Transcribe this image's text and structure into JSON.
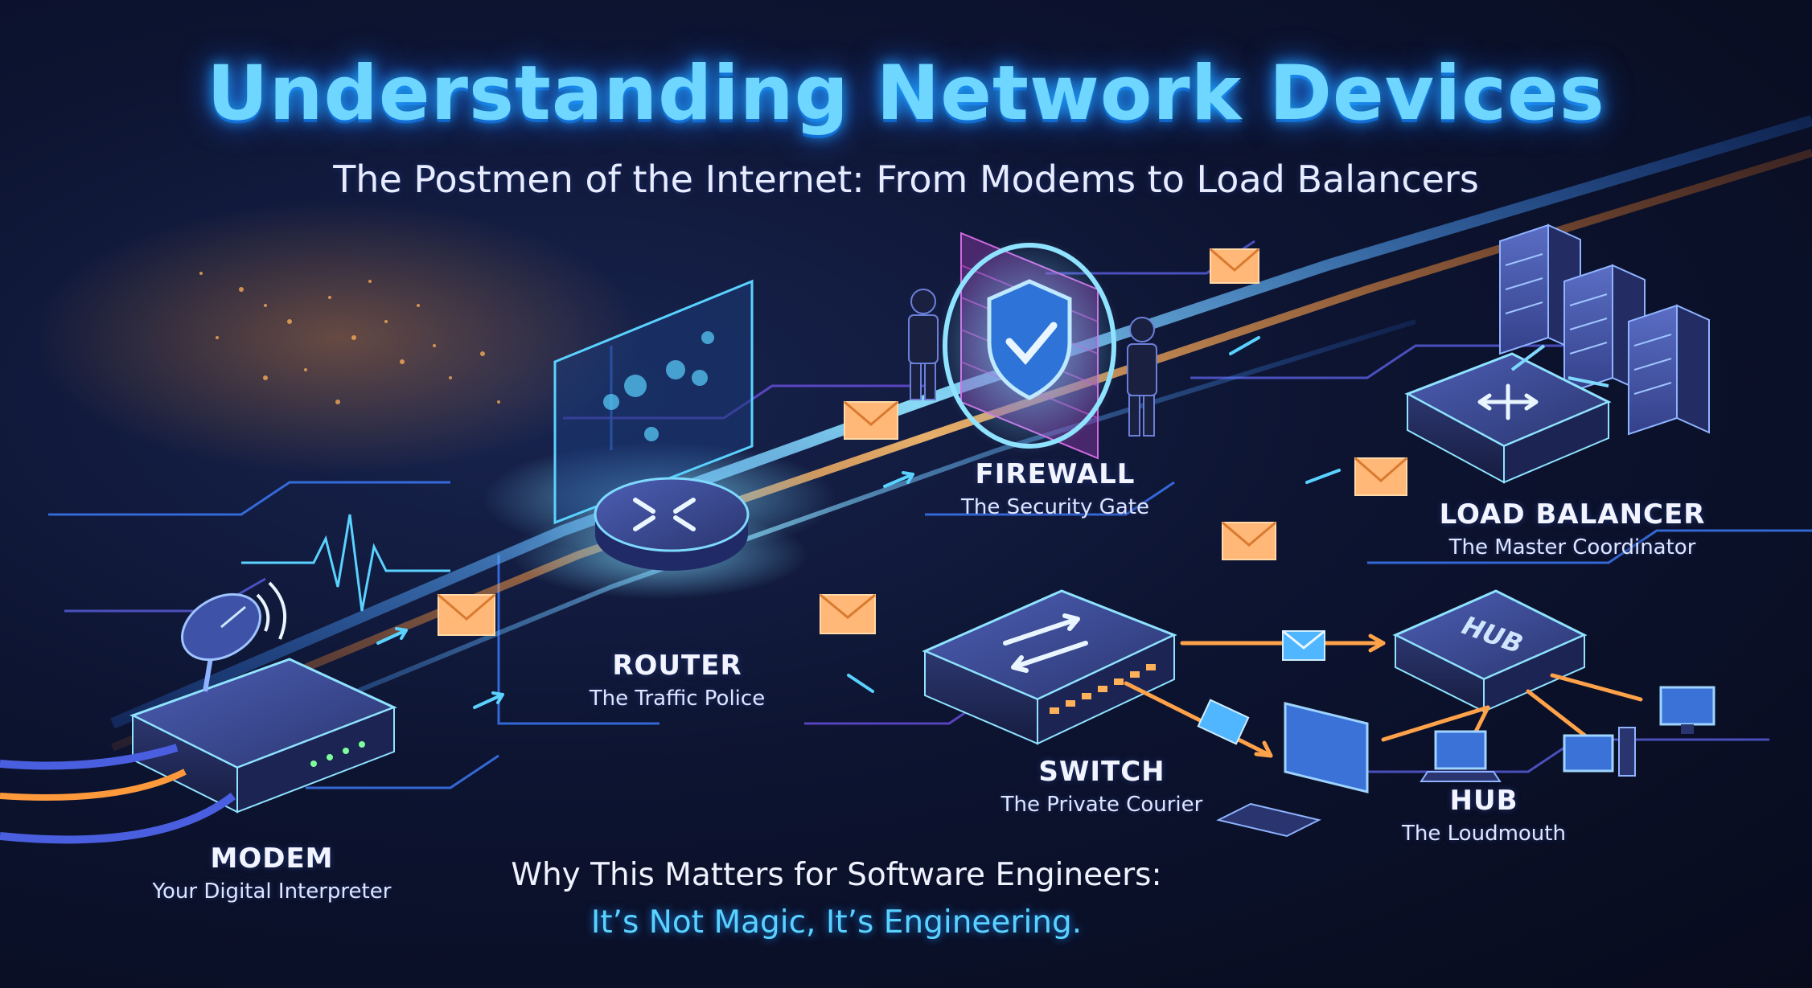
{
  "header": {
    "title": "Understanding Network Devices",
    "subtitle": "The Postmen of the Internet: From Modems to Load Balancers"
  },
  "devices": [
    {
      "id": "modem",
      "name": "MODEM",
      "description": "Your Digital Interpreter"
    },
    {
      "id": "router",
      "name": "ROUTER",
      "description": "The Traffic Police"
    },
    {
      "id": "firewall",
      "name": "FIREWALL",
      "description": "The Security Gate"
    },
    {
      "id": "switch",
      "name": "SWITCH",
      "description": "The Private Courier"
    },
    {
      "id": "hub",
      "name": "HUB",
      "description": "The Loudmouth"
    },
    {
      "id": "load_balancer",
      "name": "LOAD BALANCER",
      "description": "The Master Coordinator"
    }
  ],
  "hub_device_label": "HUB",
  "footer": {
    "question": "Why This Matters for Software Engineers:",
    "answer": "It’s Not Magic, It’s Engineering."
  },
  "colors": {
    "title": "#6fd6ff",
    "stream_blue": "#4fc3ff",
    "stream_orange": "#ff9a3c",
    "firewall_wall": "#c04cc9",
    "background": "#0b1026"
  }
}
